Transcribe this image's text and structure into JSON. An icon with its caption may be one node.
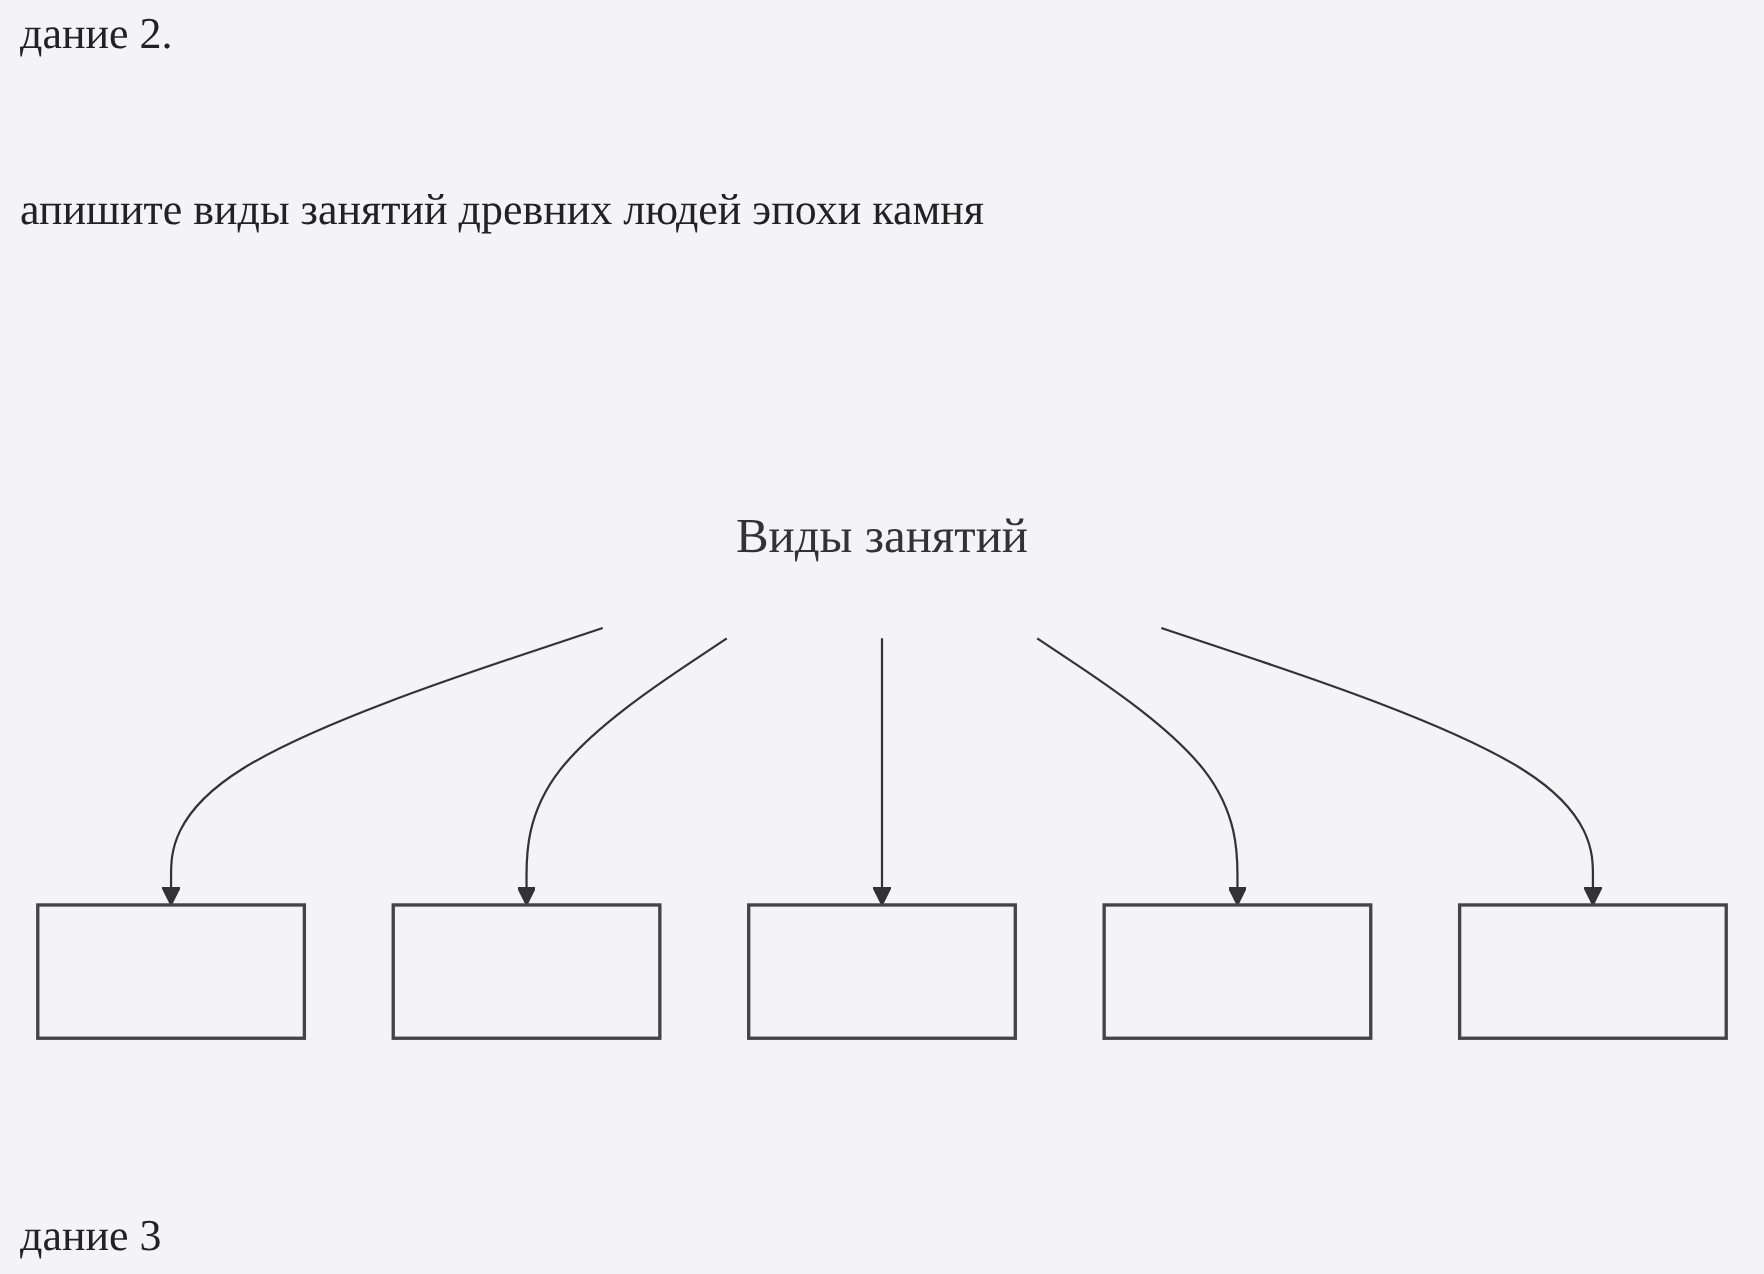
{
  "diagram": {
    "nodes": [
      {
        "text": [
          "Виды занятий"
        ]
      },
      {
        "text": [],
        "shape": "box"
      },
      {
        "text": [],
        "shape": "box"
      },
      {
        "text": [],
        "shape": "box"
      },
      {
        "text": [],
        "shape": "box"
      },
      {
        "text": [],
        "shape": "box"
      }
    ],
    "edges": [
      {
        "from": 0,
        "to": 1,
        "arrow": "to"
      },
      {
        "from": 0,
        "to": 2,
        "arrow": "to"
      },
      {
        "from": 0,
        "to": 3,
        "arrow": "to"
      },
      {
        "from": 0,
        "to": 4,
        "arrow": "to"
      },
      {
        "from": 0,
        "to": 5,
        "arrow": "to"
      }
    ],
    "labels": [
      "дание 2.",
      "апишите виды занятий древних людей эпохи камня",
      "дание 3"
    ]
  }
}
